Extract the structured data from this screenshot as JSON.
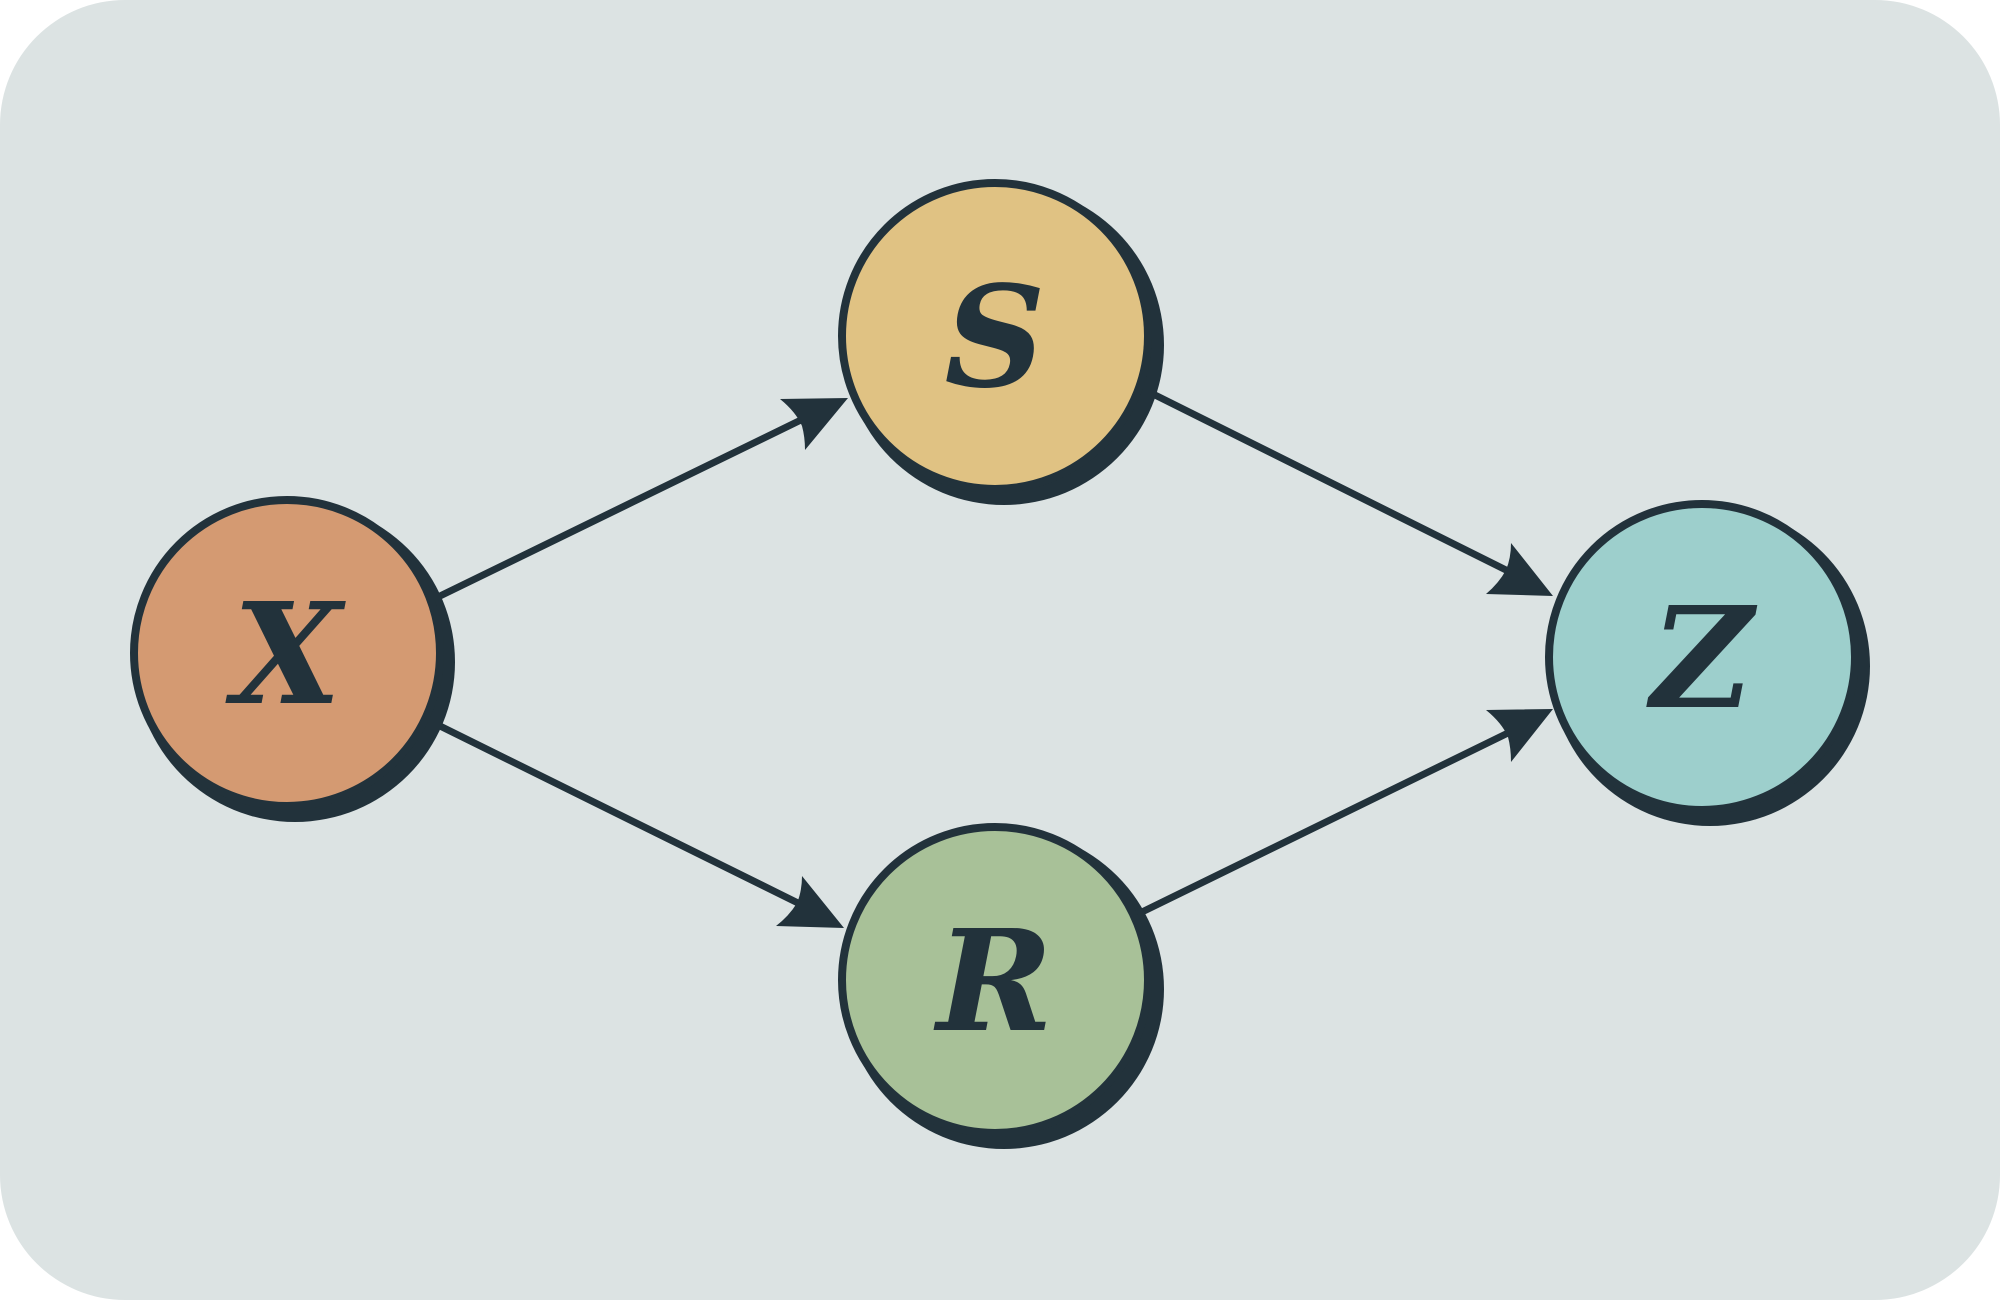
{
  "colors": {
    "background": "#dce3e3",
    "ink": "#22323b",
    "node_x": "#d49a72",
    "node_s": "#e0c283",
    "node_r": "#a8c198",
    "node_z": "#9dcfcc"
  },
  "nodes": [
    {
      "id": "x",
      "label": "X",
      "color": "#d49a72"
    },
    {
      "id": "s",
      "label": "S",
      "color": "#e0c283"
    },
    {
      "id": "r",
      "label": "R",
      "color": "#a8c198"
    },
    {
      "id": "z",
      "label": "Z",
      "color": "#9dcfcc"
    }
  ],
  "edges": [
    {
      "from": "x",
      "to": "s"
    },
    {
      "from": "x",
      "to": "r"
    },
    {
      "from": "s",
      "to": "z"
    },
    {
      "from": "r",
      "to": "z"
    }
  ]
}
